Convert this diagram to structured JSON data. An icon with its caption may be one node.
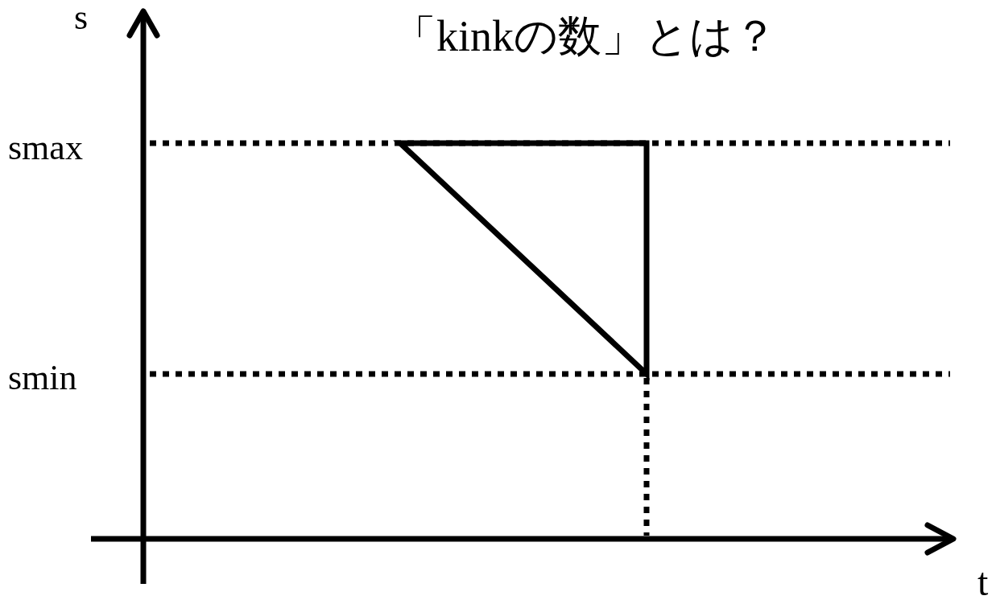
{
  "diagram": {
    "title": "「kinkの数」とは？",
    "labels": [
      "s",
      "smax",
      "smin",
      "t"
    ]
  }
}
